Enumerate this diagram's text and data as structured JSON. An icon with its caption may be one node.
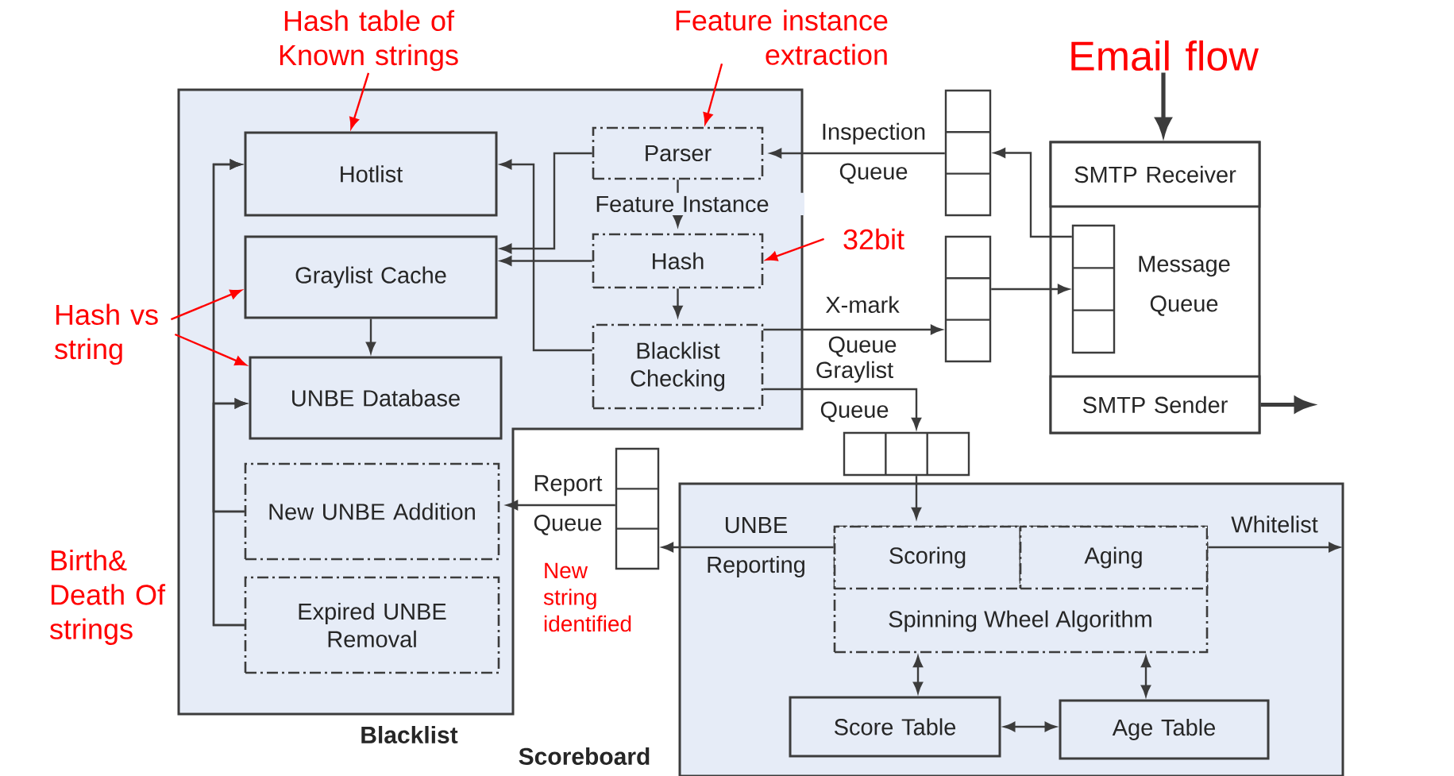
{
  "diagram": {
    "nodes": [
      {
        "text": [
          "Blacklist"
        ]
      },
      {
        "text": [
          "Hotlist"
        ],
        "in": 0
      },
      {
        "text": [
          "Graylist Cache"
        ],
        "in": 0
      },
      {
        "text": [
          "UNBE Database"
        ],
        "in": 0
      },
      {
        "text": [
          "New UNBE Addition"
        ],
        "in": 0
      },
      {
        "text": [
          "Expired UNBE Removal"
        ],
        "in": 0
      },
      {
        "text": [
          "Parser"
        ],
        "in": 0
      },
      {
        "text": [
          "Hash"
        ],
        "in": 0
      },
      {
        "text": [
          "Blacklist Checking"
        ],
        "in": 0
      },
      {
        "text": [],
        "shape": "box",
        "beside": [
          "Inspection Queue"
        ]
      },
      {
        "text": [],
        "shape": "box"
      },
      {
        "text": [
          "SMTP Receiver"
        ],
        "in": 10
      },
      {
        "text": [],
        "shape": "box",
        "in": 10,
        "beside": [
          "Message Queue"
        ]
      },
      {
        "text": [
          "SMTP Sender"
        ],
        "in": 10
      },
      {
        "text": [],
        "shape": "box",
        "beside": [
          "X-mark Queue"
        ]
      },
      {
        "text": [],
        "shape": "box",
        "beside": [
          "Graylist Queue"
        ]
      },
      {
        "text": [],
        "shape": "box",
        "beside": [
          "Report Queue"
        ]
      },
      {
        "text": [
          "Scoreboard"
        ]
      },
      {
        "text": [
          "Spinning Wheel Algorithm"
        ],
        "in": 17
      },
      {
        "text": [
          "Scoring"
        ],
        "in": 18
      },
      {
        "text": [
          "Aging"
        ],
        "in": 18
      },
      {
        "text": [
          "Score Table"
        ],
        "in": 17
      },
      {
        "text": [
          "Age Table"
        ],
        "in": 17
      },
      {
        "text": [
          "Hash table of Known strings"
        ]
      },
      {
        "text": [
          "Feature instance extraction"
        ]
      },
      {
        "text": [
          "32bit"
        ]
      },
      {
        "text": [
          "Hash vs string"
        ]
      },
      {
        "text": [
          "Email flow"
        ]
      }
    ],
    "edges": [
      {
        "from": 9,
        "to": 6,
        "arrow": "to"
      },
      {
        "from": 12,
        "to": 9,
        "arrow": "to"
      },
      {
        "from": 14,
        "to": 12,
        "arrow": "to"
      },
      {
        "from": 8,
        "to": 14,
        "arrow": "to"
      },
      {
        "from": 8,
        "to": 15,
        "arrow": "to"
      },
      {
        "from": 15,
        "to": 19,
        "arrow": "to"
      },
      {
        "from": 19,
        "to": 16,
        "arrow": "to",
        "label": "UNBE Reporting"
      },
      {
        "from": 20,
        "to": null,
        "arrow": "to",
        "label": "Whitelist"
      },
      {
        "from": 16,
        "to": 4,
        "arrow": "to"
      },
      {
        "from": 6,
        "to": 7,
        "arrow": "to",
        "label": "Feature Instance"
      },
      {
        "from": 6,
        "to": 2,
        "arrow": "to"
      },
      {
        "from": 7,
        "to": 2,
        "arrow": "to"
      },
      {
        "from": 8,
        "to": 1,
        "arrow": "to"
      },
      {
        "from": 7,
        "to": 8,
        "arrow": "to"
      },
      {
        "from": 2,
        "to": 3,
        "arrow": "to"
      },
      {
        "from": 4,
        "to": 1,
        "arrow": "to"
      },
      {
        "from": 4,
        "to": 3,
        "arrow": "to"
      },
      {
        "from": 5,
        "to": 1,
        "arrow": "to"
      },
      {
        "from": 5,
        "to": 3,
        "arrow": "to"
      },
      {
        "from": 18,
        "to": 21,
        "arrow": "both"
      },
      {
        "from": 18,
        "to": 22,
        "arrow": "both"
      },
      {
        "from": 21,
        "to": 22,
        "arrow": "both"
      },
      {
        "from": 23,
        "to": 1,
        "arrow": "to",
        "color": "#ff0000"
      },
      {
        "from": 24,
        "to": 6,
        "arrow": "to",
        "color": "#ff0000"
      },
      {
        "from": 25,
        "to": 7,
        "arrow": "to",
        "color": "#ff0000"
      },
      {
        "from": 26,
        "to": 2,
        "arrow": "to",
        "color": "#ff0000"
      },
      {
        "from": 26,
        "to": 3,
        "arrow": "to",
        "color": "#ff0000"
      },
      {
        "from": 27,
        "to": 11,
        "arrow": "to",
        "style": "thick"
      },
      {
        "from": 13,
        "to": null,
        "arrow": "to",
        "style": "thick"
      }
    ],
    "labels": [
      "Birth& Death Of strings",
      "New string identified"
    ]
  }
}
